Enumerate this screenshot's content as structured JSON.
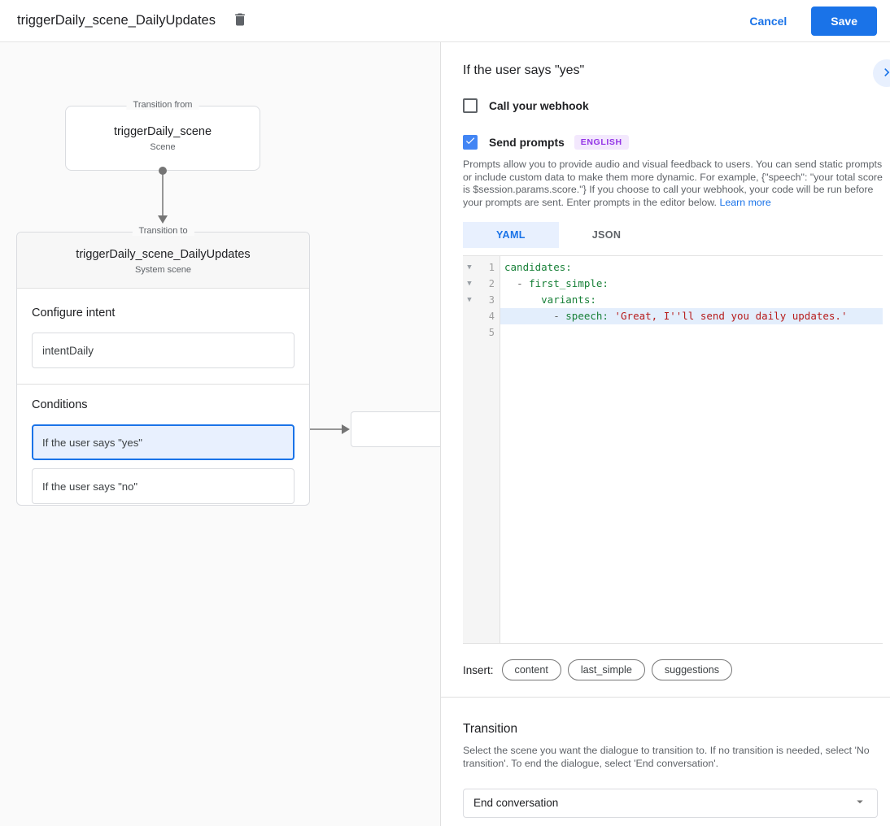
{
  "topbar": {
    "title": "triggerDaily_scene_DailyUpdates",
    "cancel_label": "Cancel",
    "save_label": "Save"
  },
  "flow": {
    "from_card": {
      "legend": "Transition from",
      "title": "triggerDaily_scene",
      "subtitle": "Scene"
    },
    "to_card": {
      "legend": "Transition to",
      "title": "triggerDaily_scene_DailyUpdates",
      "subtitle": "System scene",
      "configure_intent_label": "Configure intent",
      "intent_value": "intentDaily",
      "conditions_label": "Conditions",
      "conditions": [
        {
          "label": "If the user says \"yes\"",
          "selected": true
        },
        {
          "label": "If the user says \"no\"",
          "selected": false
        }
      ]
    }
  },
  "panel": {
    "title": "If the user says \"yes\"",
    "webhook": {
      "label": "Call your webhook",
      "checked": false
    },
    "send_prompts": {
      "label": "Send prompts",
      "checked": true,
      "badge": "ENGLISH"
    },
    "description": "Prompts allow you to provide audio and visual feedback to users. You can send static prompts or include custom data to make them more dynamic. For example, {\"speech\": \"your total score is $session.params.score.\"} If you choose to call your webhook, your code will be run before your prompts are sent. Enter prompts in the editor below. ",
    "learn_more": "Learn more",
    "tabs": [
      {
        "label": "YAML",
        "active": true
      },
      {
        "label": "JSON",
        "active": false
      }
    ],
    "editor": {
      "fold_glyph": "▼",
      "active_line": 4,
      "lines": [
        {
          "num": 1,
          "fold": true,
          "tokens": [
            {
              "t": "candidates:",
              "c": "key"
            }
          ]
        },
        {
          "num": 2,
          "fold": true,
          "tokens": [
            {
              "t": "  ",
              "c": "plain"
            },
            {
              "t": "- ",
              "c": "dash"
            },
            {
              "t": "first_simple:",
              "c": "key"
            }
          ]
        },
        {
          "num": 3,
          "fold": true,
          "tokens": [
            {
              "t": "      ",
              "c": "plain"
            },
            {
              "t": "variants:",
              "c": "key"
            }
          ]
        },
        {
          "num": 4,
          "fold": false,
          "tokens": [
            {
              "t": "        ",
              "c": "plain"
            },
            {
              "t": "- ",
              "c": "dash"
            },
            {
              "t": "speech: ",
              "c": "key"
            },
            {
              "t": "'Great, I''ll send you daily updates.'",
              "c": "string"
            }
          ]
        },
        {
          "num": 5,
          "fold": false,
          "tokens": []
        }
      ]
    },
    "insert": {
      "label": "Insert:",
      "chips": [
        "content",
        "last_simple",
        "suggestions"
      ]
    },
    "transition": {
      "heading": "Transition",
      "description": "Select the scene you want the dialogue to transition to. If no transition is needed, select 'No transition'. To end the dialogue, select 'End conversation'.",
      "select_value": "End conversation"
    }
  },
  "colors": {
    "accent": "#1a73e8",
    "checkbox_checked": "#4285f4",
    "selected_condition_bg": "#e8f0fe",
    "badge_bg": "#f3e8fd",
    "badge_text": "#9334e6",
    "code_key": "#188038",
    "code_string": "#b71c1c",
    "active_line_bg": "#e3eefc"
  }
}
